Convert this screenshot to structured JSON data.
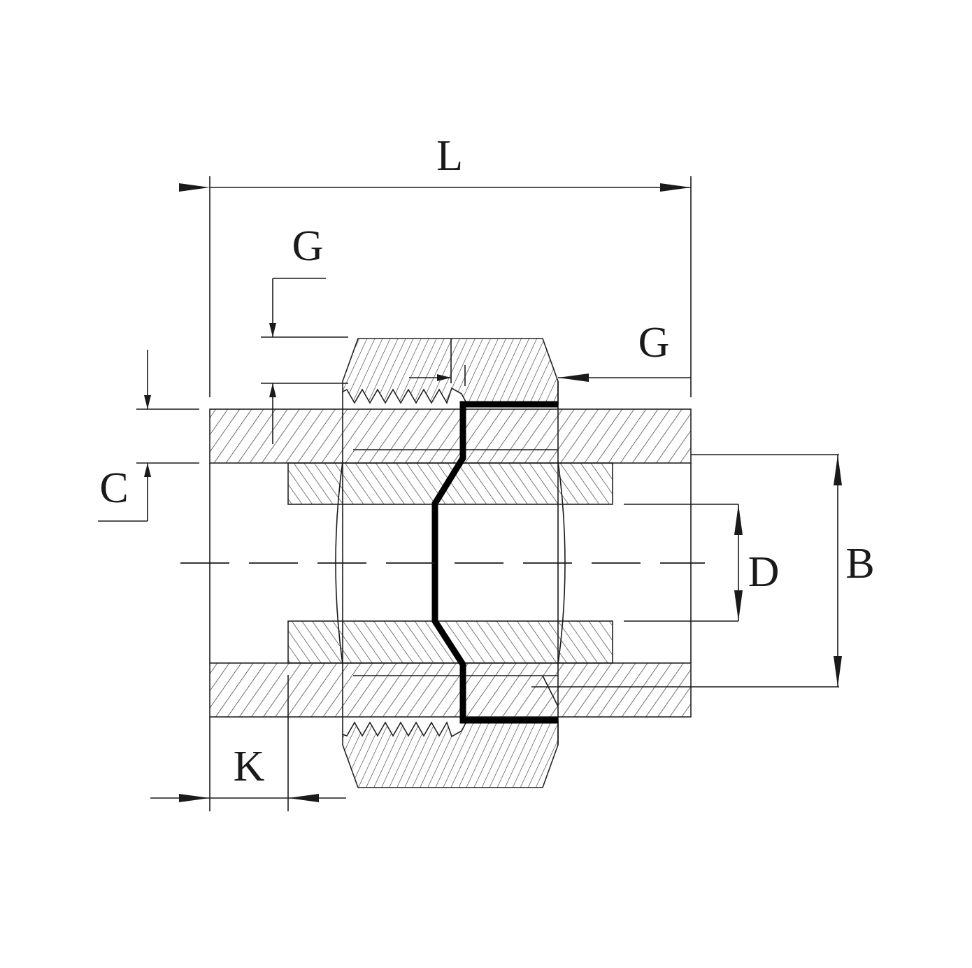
{
  "drawing": {
    "labels": {
      "L": "L",
      "G_top": "G",
      "G_right": "G",
      "C": "C",
      "D": "D",
      "B": "B",
      "K": "K"
    },
    "colors": {
      "line": "#1a1a1a",
      "background": "#ffffff",
      "seal": "#000000"
    }
  }
}
